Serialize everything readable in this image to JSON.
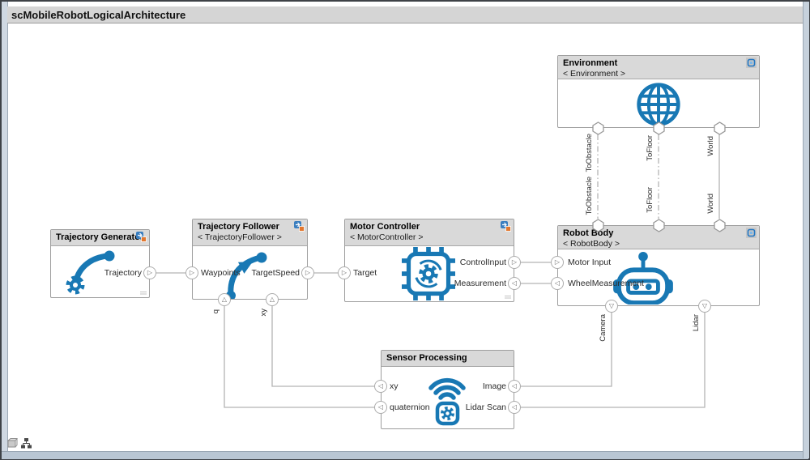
{
  "window": {
    "title": "scMobileRobotLogicalArchitecture"
  },
  "colors": {
    "accent_blue": "#1878B4",
    "header_gray": "#D9D9D9",
    "connection_gray": "#B4B4B4",
    "frame_blue_gray": "#C6D1DC"
  },
  "icons": {
    "tri_right": "▷",
    "tri_left": "◁",
    "tri_up": "△",
    "tri_down": "▽"
  },
  "blocks": {
    "trajectory_generator": {
      "title": "Trajectory Generator",
      "ports": {
        "trajectory": "Trajectory"
      }
    },
    "trajectory_follower": {
      "title": "Trajectory Follower",
      "subtitle": "< TrajectoryFollower >",
      "ports": {
        "waypoints": "Waypoints",
        "target_speed": "TargetSpeed",
        "q": "q",
        "xy": "xy"
      }
    },
    "motor_controller": {
      "title": "Motor Controller",
      "subtitle": "< MotorController >",
      "ports": {
        "target": "Target",
        "control_input": "ControlInput",
        "measurement": "Measurement"
      }
    },
    "environment": {
      "title": "Environment",
      "subtitle": "< Environment >",
      "ports": {
        "to_obstacle": "ToObstacle",
        "to_floor": "ToFloor",
        "world": "World"
      }
    },
    "robot_body": {
      "title": "Robot Body",
      "subtitle": "< RobotBody >",
      "ports": {
        "motor_input": "Motor Input",
        "wheel_measurement": "WheelMeasurement",
        "camera": "Camera",
        "lidar": "Lidar"
      }
    },
    "sensor_processing": {
      "title": "Sensor Processing",
      "ports": {
        "xy": "xy",
        "quaternion": "quaternion",
        "image": "Image",
        "lidar_scan": "Lidar Scan"
      }
    }
  },
  "connections": {
    "labels": {
      "env_to_obstacle": "ToObstacle",
      "rb_to_obstacle": "ToObstacle",
      "env_to_floor": "ToFloor",
      "rb_to_floor": "ToFloor",
      "env_world": "World",
      "rb_world": "World",
      "camera": "Camera",
      "lidar": "Lidar",
      "q": "q",
      "xy": "xy"
    }
  }
}
